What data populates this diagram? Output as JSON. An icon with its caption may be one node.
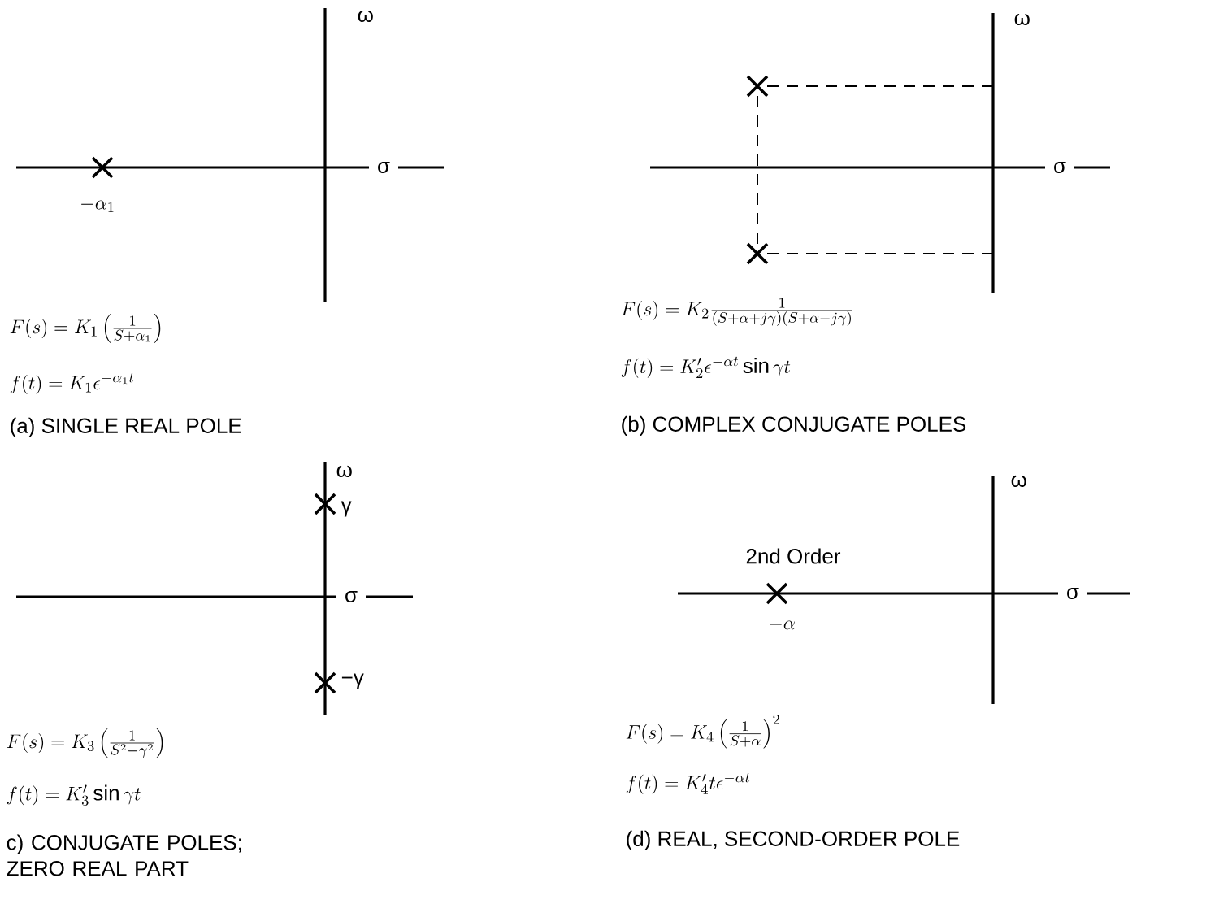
{
  "diagram": {
    "labels": [
      "ω",
      "σ",
      "-\\alpha_1",
      "F(s)=K_1\\left(\\frac{1}{S+\\alpha_1}\\right)",
      "f(t)=K_1\\epsilon^{-\\alpha_1 t}",
      "(a) SINGLE REAL POLE",
      "ω",
      "σ",
      "F(s)=K_2\\frac{1}{(S+\\alpha+j\\gamma)(S+\\alpha-j\\gamma)}",
      "f(t)=K_2'\\epsilon^{-\\alpha t}\\sin\\gamma t",
      "(b) COMPLEX CONJUGATE POLES",
      "ω",
      "γ",
      "σ",
      "−γ",
      "F(s)=K_3\\left(\\frac{1}{S^2-\\gamma^2}\\right)",
      "f(t)=K_3'\\sin\\gamma t",
      "c) CONJUGATE POLES; ZERO REAL PART",
      "ω",
      "2nd Order",
      "σ",
      "-\\alpha",
      "F(s)=K_4\\left(\\frac{1}{S+\\alpha}\\right)^2",
      "f(t)=K_4' t\\epsilon^{-\\alpha t}",
      "(d) REAL, SECOND-ORDER POLE"
    ]
  }
}
